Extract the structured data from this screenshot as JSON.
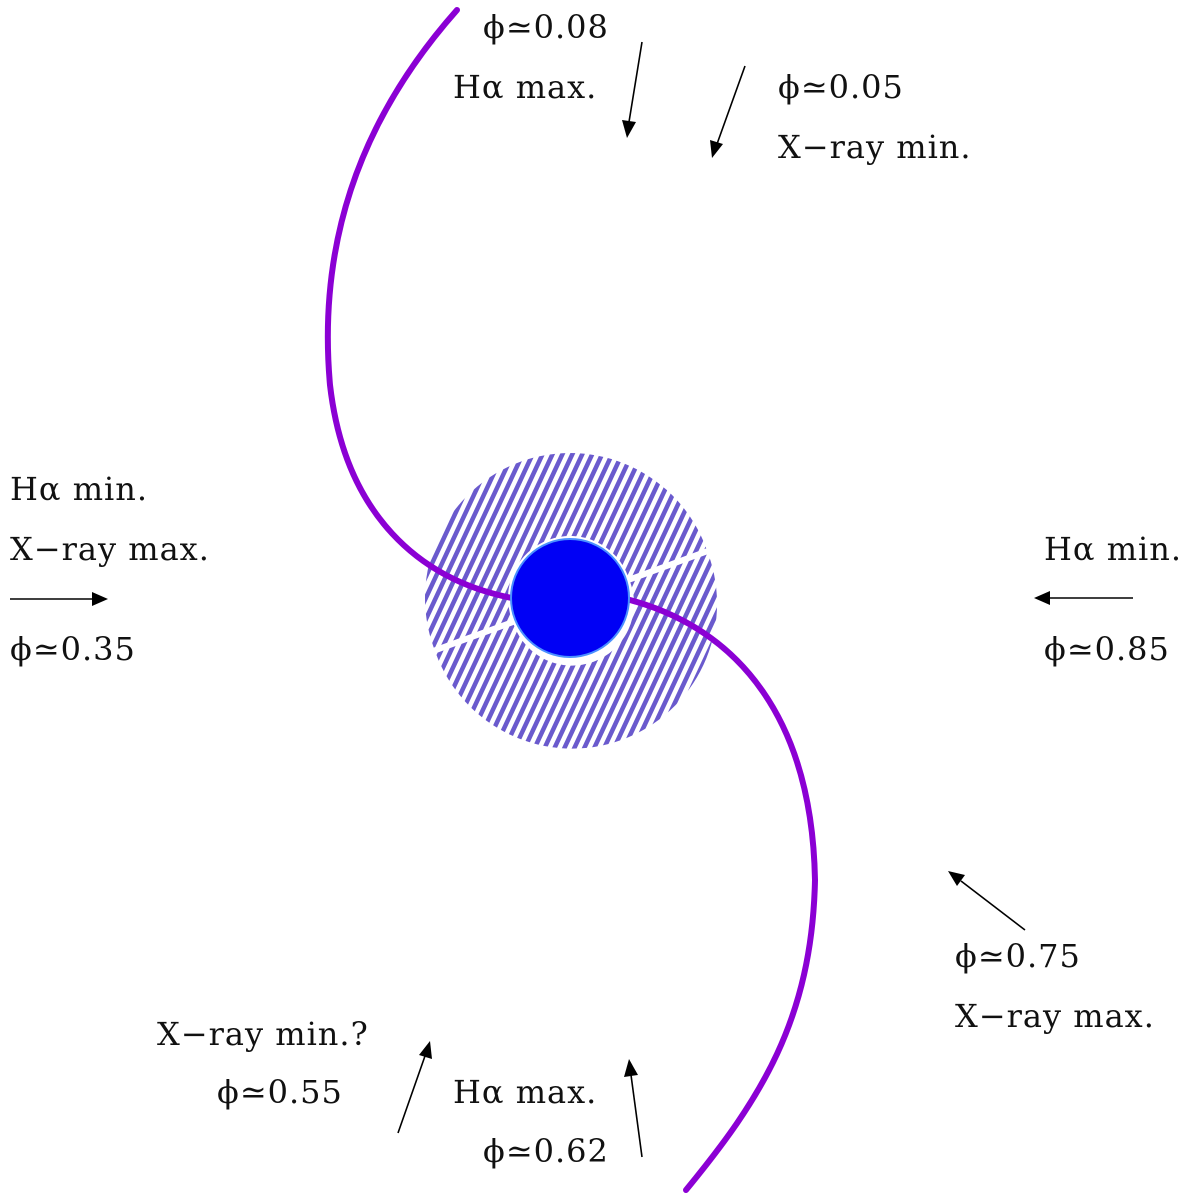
{
  "colors": {
    "spiral": "#8B00D4",
    "star": "#0000F5",
    "star_edge": "#4A90FF",
    "hatch": "#6A5ACD"
  },
  "icons": {
    "star": "filled-circle",
    "disk": "hatched-half-annulus"
  },
  "labels": {
    "top_center_phase": "ϕ≃0.08",
    "top_center_event": "Hα max.",
    "top_right_phase": "ϕ≃0.05",
    "top_right_event": "X−ray min.",
    "left_event_1": "Hα min.",
    "left_event_2": "X−ray max.",
    "left_phase": "ϕ≃0.35",
    "right_event": "Hα min.",
    "right_phase": "ϕ≃0.85",
    "lower_right_phase": "ϕ≃0.75",
    "lower_right_event": "X−ray max.",
    "bottom_left_event": "X−ray min.?",
    "bottom_left_phase": "ϕ≃0.55",
    "bottom_center_event": "Hα max.",
    "bottom_center_phase": "ϕ≃0.62"
  }
}
